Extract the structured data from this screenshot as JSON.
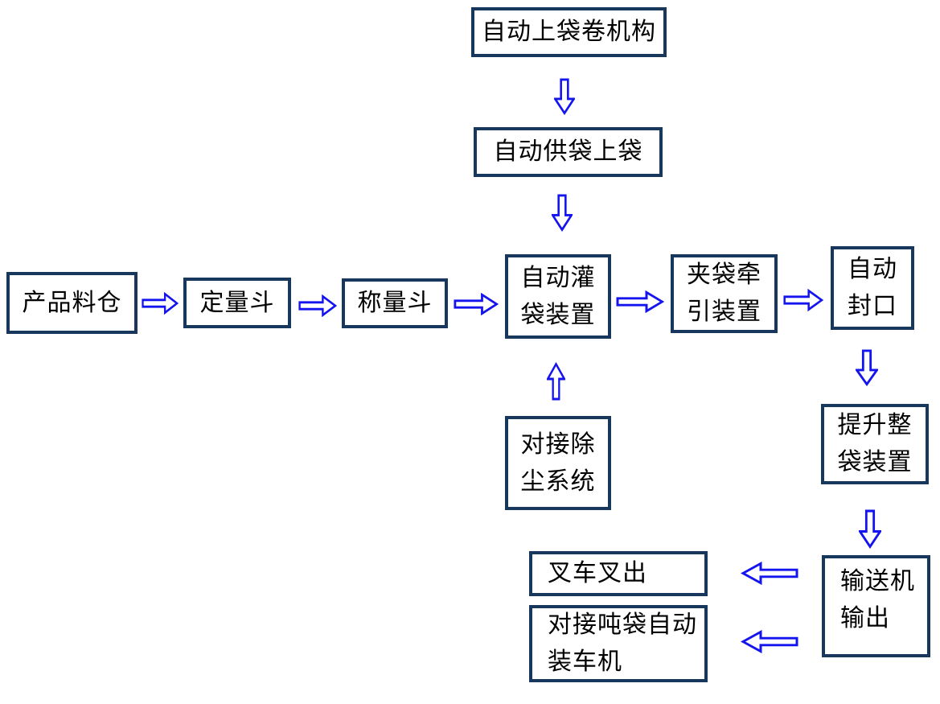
{
  "colors": {
    "box_border": "#17375d",
    "arrow_blue": "#1414ee",
    "text_black": "#000000",
    "background": "#ffffff"
  },
  "nodes": [
    {
      "id": "auto-bag-roll-mechanism",
      "label": "自动上袋卷机构",
      "lines": [
        "自动上袋卷机构"
      ]
    },
    {
      "id": "auto-bag-supply",
      "label": "自动供袋上袋",
      "lines": [
        "自动供袋上袋"
      ]
    },
    {
      "id": "product-silo",
      "label": "产品料仓",
      "lines": [
        "产品料仓"
      ]
    },
    {
      "id": "quantitative-hopper",
      "label": "定量斗",
      "lines": [
        "定量斗"
      ]
    },
    {
      "id": "weighing-hopper",
      "label": "称量斗",
      "lines": [
        "称量斗"
      ]
    },
    {
      "id": "auto-bag-filling",
      "label": "自动灌袋装置",
      "lines": [
        "自动灌",
        "袋装置"
      ]
    },
    {
      "id": "bag-clamp-pull",
      "label": "夹袋牵引装置",
      "lines": [
        "夹袋牵",
        "引装置"
      ]
    },
    {
      "id": "auto-sealing",
      "label": "自动封口",
      "lines": [
        "自动",
        "封口"
      ]
    },
    {
      "id": "dust-removal-docking",
      "label": "对接除尘系统",
      "lines": [
        "对接除",
        "尘系统"
      ]
    },
    {
      "id": "whole-bag-lifting",
      "label": "提升整袋装置",
      "lines": [
        "提升整",
        "袋装置"
      ]
    },
    {
      "id": "conveyor-output",
      "label": "输送机输出",
      "lines": [
        "输送机",
        "输出"
      ]
    },
    {
      "id": "forklift-out",
      "label": "叉车叉出",
      "lines": [
        "叉车叉出"
      ]
    },
    {
      "id": "ton-bag-truck-loader",
      "label": "对接吨袋自动装车机",
      "lines": [
        "对接吨袋自动",
        "装车机"
      ]
    }
  ],
  "arrows": [
    {
      "direction": "down",
      "from": "auto-bag-roll-mechanism",
      "to": "auto-bag-supply"
    },
    {
      "direction": "down",
      "from": "auto-bag-supply",
      "to": "auto-bag-filling"
    },
    {
      "direction": "right",
      "from": "product-silo",
      "to": "quantitative-hopper"
    },
    {
      "direction": "right",
      "from": "quantitative-hopper",
      "to": "weighing-hopper"
    },
    {
      "direction": "right",
      "from": "weighing-hopper",
      "to": "auto-bag-filling"
    },
    {
      "direction": "right",
      "from": "auto-bag-filling",
      "to": "bag-clamp-pull"
    },
    {
      "direction": "right",
      "from": "bag-clamp-pull",
      "to": "auto-sealing"
    },
    {
      "direction": "up",
      "from": "dust-removal-docking",
      "to": "auto-bag-filling"
    },
    {
      "direction": "down",
      "from": "auto-sealing",
      "to": "whole-bag-lifting"
    },
    {
      "direction": "down",
      "from": "whole-bag-lifting",
      "to": "conveyor-output"
    },
    {
      "direction": "left",
      "from": "conveyor-output",
      "to": "forklift-out"
    },
    {
      "direction": "left",
      "from": "conveyor-output",
      "to": "ton-bag-truck-loader"
    }
  ]
}
